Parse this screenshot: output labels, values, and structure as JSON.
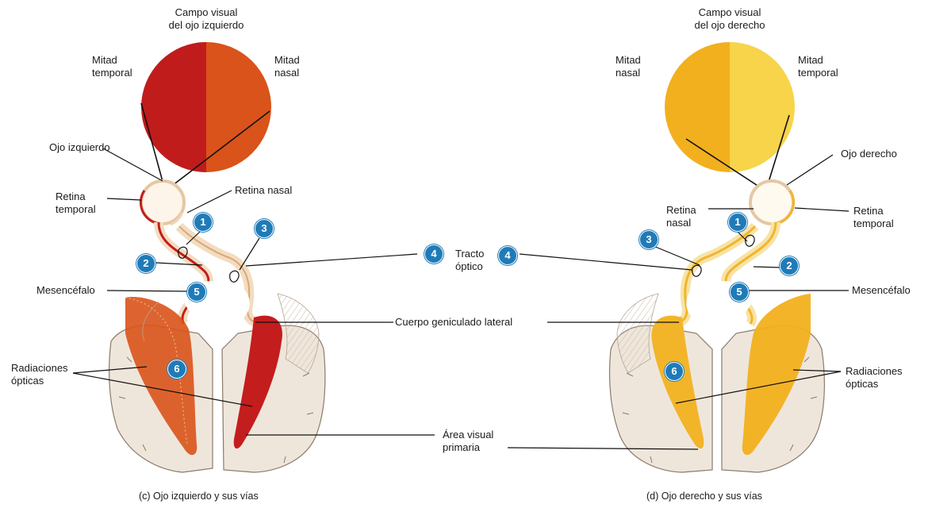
{
  "left_panel": {
    "field_title_line1": "Campo visual",
    "field_title_line2": "del ojo izquierdo",
    "temporal_half_line1": "Mitad",
    "temporal_half_line2": "temporal",
    "nasal_half_line1": "Mitad",
    "nasal_half_line2": "nasal",
    "eye_label": "Ojo izquierdo",
    "temporal_retina_line1": "Retina",
    "temporal_retina_line2": "temporal",
    "nasal_retina": "Retina nasal",
    "midbrain": "Mesencéfalo",
    "optic_radiations_line1": "Radiaciones",
    "optic_radiations_line2": "ópticas",
    "caption": "(c) Ojo izquierdo y sus vías",
    "colors": {
      "temporal_half": "#c01c1c",
      "nasal_half": "#d9531a",
      "pathway": "#c41d1d"
    }
  },
  "right_panel": {
    "field_title_line1": "Campo visual",
    "field_title_line2": "del ojo derecho",
    "nasal_half_line1": "Mitad",
    "nasal_half_line2": "nasal",
    "temporal_half_line1": "Mitad",
    "temporal_half_line2": "temporal",
    "eye_label": "Ojo derecho",
    "nasal_retina_line1": "Retina",
    "nasal_retina_line2": "nasal",
    "temporal_retina_line1": "Retina",
    "temporal_retina_line2": "temporal",
    "midbrain": "Mesencéfalo",
    "optic_radiations_line1": "Radiaciones",
    "optic_radiations_line2": "ópticas",
    "caption": "(d) Ojo derecho y sus vías",
    "colors": {
      "nasal_half": "#f2b01e",
      "temporal_half": "#f7d44a",
      "pathway": "#f2b52a"
    }
  },
  "shared": {
    "optic_tract_line1": "Tracto",
    "optic_tract_line2": "óptico",
    "lateral_geniculate": "Cuerpo geniculado lateral",
    "visual_area_line1": "Área visual",
    "visual_area_line2": "primaria",
    "badge_color": "#1f7bb8"
  },
  "markers": {
    "m1": "1",
    "m2": "2",
    "m3": "3",
    "m4": "4",
    "m5": "5",
    "m6": "6"
  }
}
